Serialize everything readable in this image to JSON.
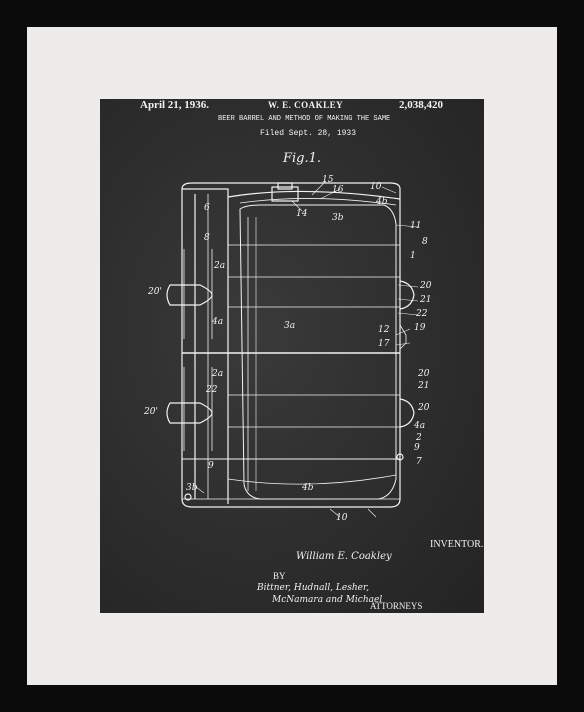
{
  "patent": {
    "date": "April 21, 1936.",
    "inventor_header": "W. E. COAKLEY",
    "number": "2,038,420",
    "title": "BEER BARREL AND METHOD OF MAKING THE SAME",
    "filed": "Filed Sept. 28, 1933",
    "figure": "Fig.1.",
    "inventor_label": "INVENTOR.",
    "inventor_signature": "William E. Coakley",
    "by": "BY",
    "attorney_signature_line1": "Bittner, Hudnall, Lesher,",
    "attorney_signature_line2": "McNamara and Michael",
    "attorneys_label": "ATTORNEYS"
  },
  "callouts": [
    "15",
    "16",
    "10",
    "4b",
    "6",
    "14",
    "3b",
    "11",
    "8",
    "8",
    "1",
    "2a",
    "20'",
    "20",
    "21",
    "22",
    "4a",
    "3a",
    "12",
    "19",
    "17",
    "20",
    "21",
    "2a",
    "22",
    "20'",
    "20",
    "4a",
    "2",
    "9",
    "9",
    "7",
    "3b",
    "4b",
    "10"
  ],
  "colors": {
    "board": "#2c2c2c",
    "chalk": "#f2f2f2",
    "mat": "#eeeceb",
    "frame": "#0b0b0b"
  }
}
